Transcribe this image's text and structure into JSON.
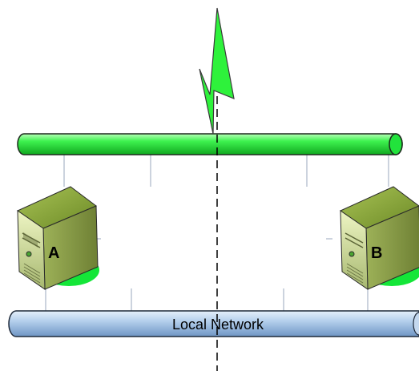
{
  "diagram": {
    "top_bus": {
      "color": "#22e33c"
    },
    "bottom_bus": {
      "label": "Local Network",
      "color": "#9fc0e6"
    },
    "node_a": {
      "label": "A"
    },
    "node_b": {
      "label": "B"
    },
    "icons": [
      "lightning-icon",
      "server-icon"
    ]
  }
}
